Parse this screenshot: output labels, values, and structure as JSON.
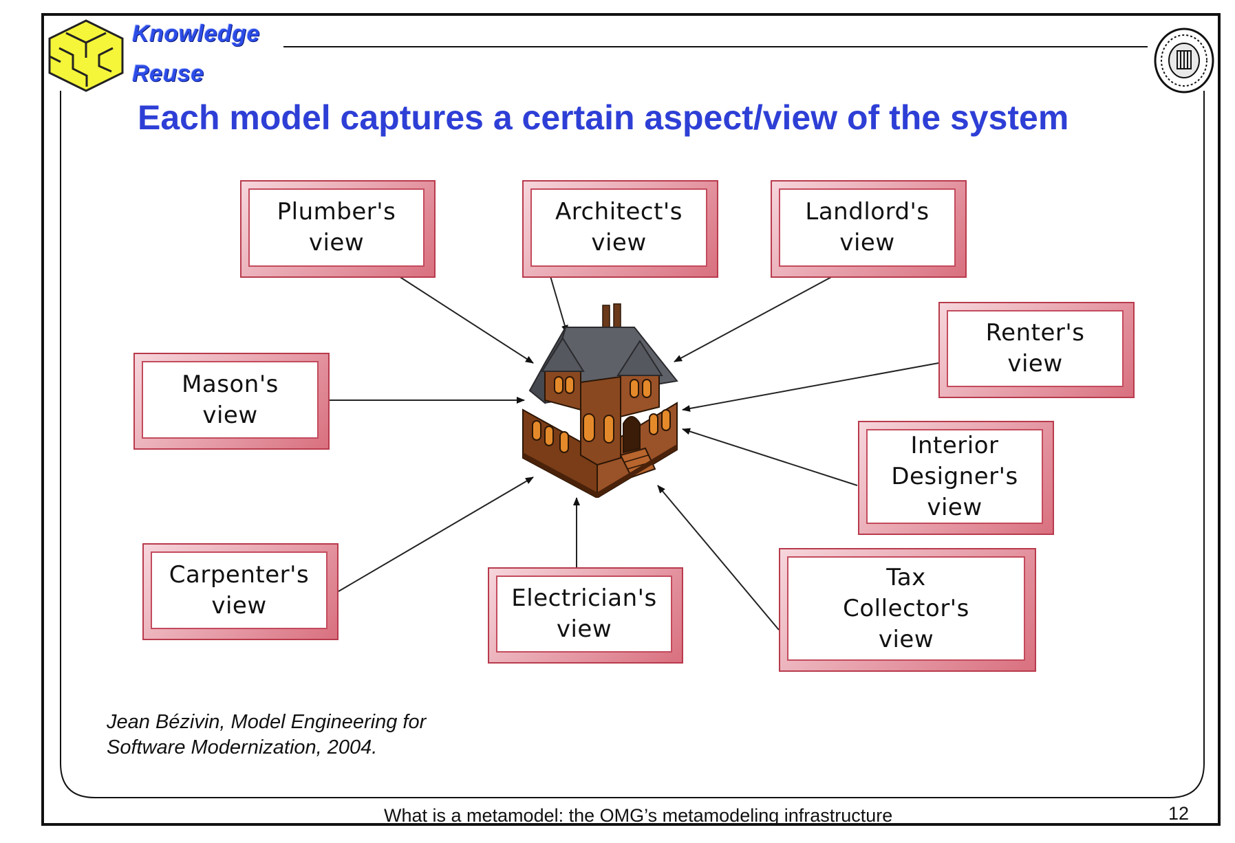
{
  "header": {
    "brand_line_1": "Knowledge",
    "brand_line_2": "Reuse",
    "logo": "cube-puzzle-logo",
    "seal": "university-seal"
  },
  "title": "Each model captures a certain aspect/view of the system",
  "diagram": {
    "center": "house-illustration",
    "views": [
      {
        "id": "plumber",
        "label": "Plumber's\nview"
      },
      {
        "id": "architect",
        "label": "Architect's\nview"
      },
      {
        "id": "landlord",
        "label": "Landlord's\nview"
      },
      {
        "id": "renter",
        "label": "Renter's\nview"
      },
      {
        "id": "mason",
        "label": "Mason's\nview"
      },
      {
        "id": "interior-designer",
        "label": "Interior\nDesigner's\nview"
      },
      {
        "id": "carpenter",
        "label": "Carpenter's\nview"
      },
      {
        "id": "electrician",
        "label": "Electrician's\nview"
      },
      {
        "id": "tax-collector",
        "label": "Tax\nCollector's\nview"
      }
    ]
  },
  "citation": "Jean Bézivin, Model Engineering for\nSoftware Modernization, 2004.",
  "footer": {
    "text": "What is a metamodel: the OMG’s metamodeling infrastructure",
    "page_number": "12"
  },
  "colors": {
    "title": "#2e3fd6",
    "brand": "#2d4de8",
    "box_border": "#c34a5c",
    "box_shadow": "#d9707f"
  }
}
